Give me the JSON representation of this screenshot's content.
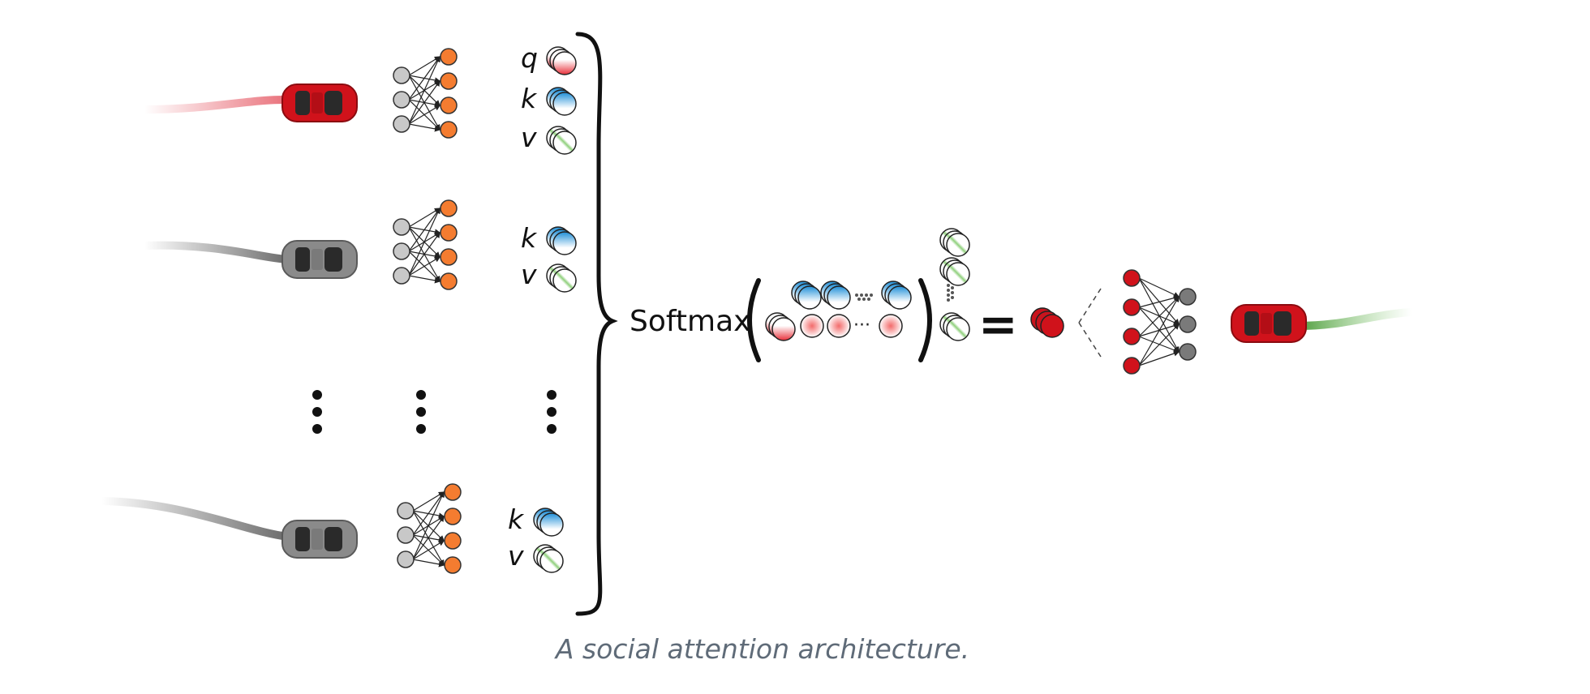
{
  "figure": {
    "caption": "A social attention architecture.",
    "softmax_label": "Softmax",
    "equals_sign": "=",
    "ellipsis": "···",
    "rows": [
      {
        "vehicle": "ego",
        "labels": [
          "q",
          "k",
          "v"
        ]
      },
      {
        "vehicle": "other",
        "labels": [
          "k",
          "v"
        ]
      },
      {
        "vehicle": "other",
        "labels": [
          "k",
          "v"
        ]
      }
    ],
    "colors": {
      "ego_car": "#d0121b",
      "other_car": "#8a8a8a",
      "ego_trail": "#e9707a",
      "other_trail": "#6b6b6b",
      "output_trail": "#5aa847",
      "query": "#e8303a",
      "key": "#2e9be0",
      "value": "#8fd07c",
      "input_neuron": "#c8c8c8",
      "hidden_neuron": "#f47c30",
      "decoder_input": "#d0121b",
      "decoder_output": "#7a7a7a"
    }
  }
}
